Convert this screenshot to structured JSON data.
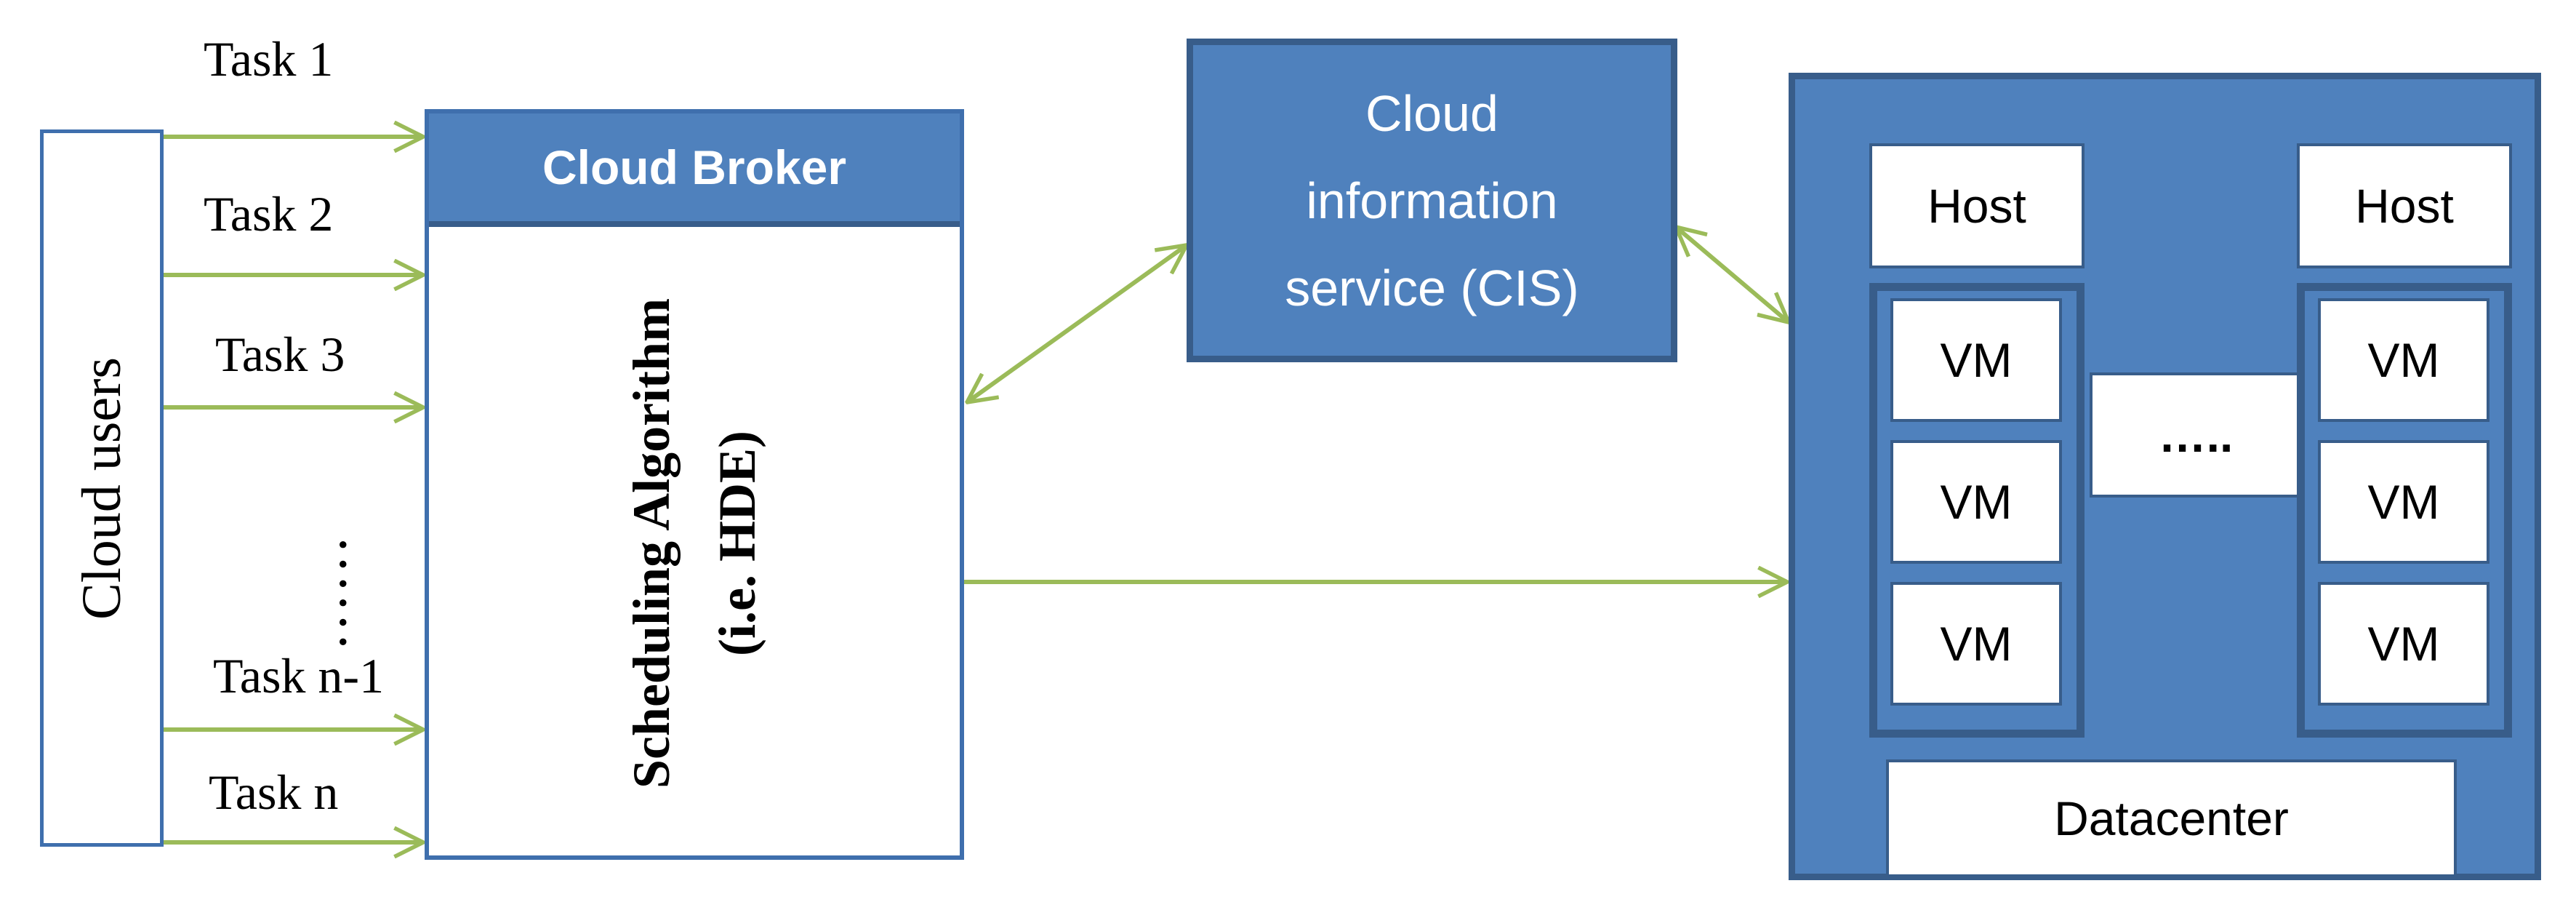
{
  "cloud_users": {
    "label": "Cloud users"
  },
  "tasks": [
    "Task 1",
    "Task 2",
    "Task 3",
    "……",
    "Task n-1",
    "Task n"
  ],
  "broker": {
    "title": "Cloud Broker",
    "algorithm_line1": "Scheduling Algorithm",
    "algorithm_line2": "(i.e. HDE)"
  },
  "cis": {
    "line1": "Cloud",
    "line2": "information",
    "line3": "service (CIS)"
  },
  "datacenter": {
    "label": "Datacenter",
    "left_host": {
      "label": "Host",
      "vms": [
        "VM",
        "VM",
        "VM"
      ]
    },
    "right_host": {
      "label": "Host",
      "vms": [
        "VM",
        "VM",
        "VM"
      ]
    },
    "ellipsis": "….."
  },
  "colors": {
    "box_fill": "#4f81bd",
    "box_border": "#385d8a",
    "arrow": "#9bbb59",
    "outline": "#3f6fad"
  }
}
